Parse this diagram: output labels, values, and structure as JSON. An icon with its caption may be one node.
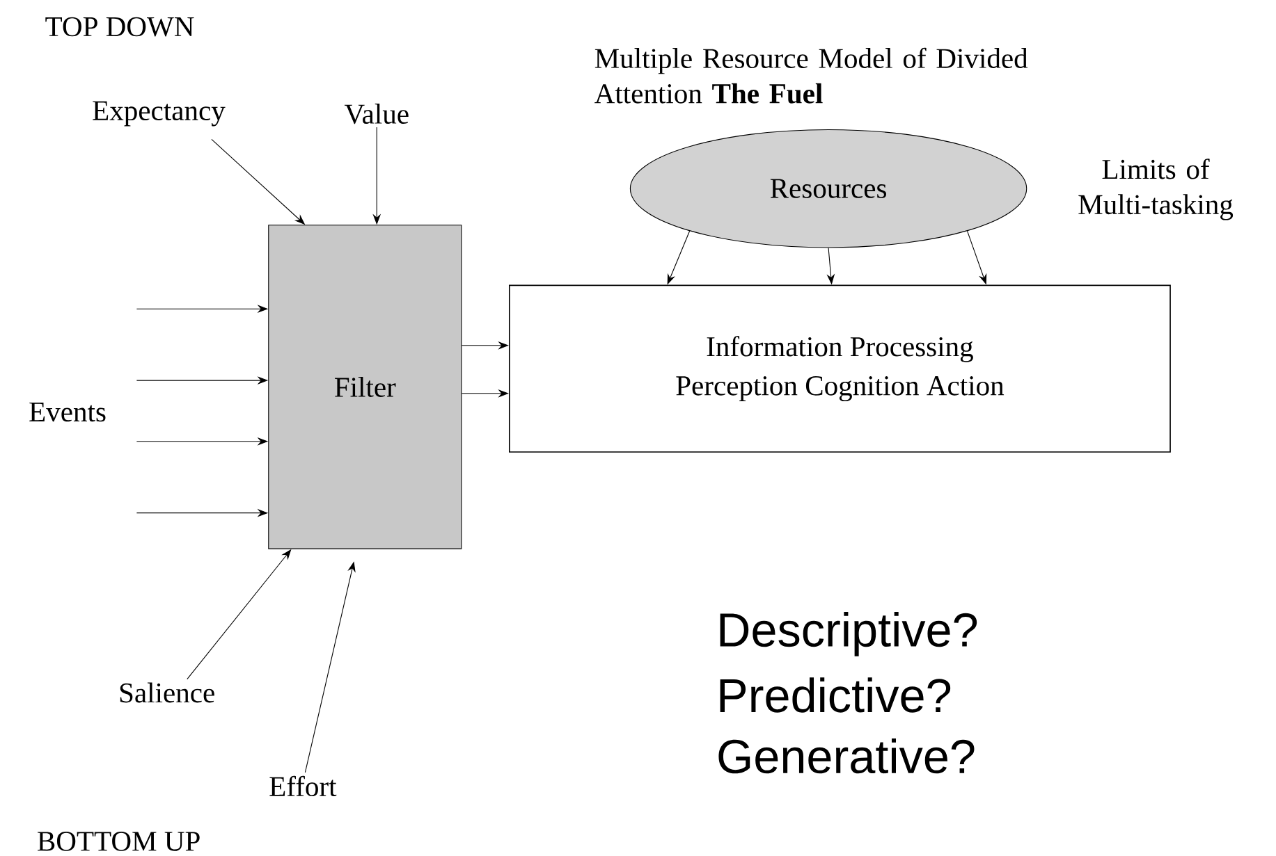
{
  "diagram": {
    "nodes": [
      {
        "text": [
          "Expectancy"
        ]
      },
      {
        "text": [
          "Value"
        ]
      },
      {
        "text": [
          "Filter"
        ]
      },
      {
        "text": [
          "Salience"
        ]
      },
      {
        "text": [
          "Effort"
        ]
      },
      {
        "text": [
          "Information Processing",
          "Perception Cognition Action"
        ]
      },
      {
        "text": [
          "Resources"
        ]
      }
    ],
    "edges": [
      {
        "from": 0,
        "to": 2,
        "arrow": "to"
      },
      {
        "from": 1,
        "to": 2,
        "arrow": "to"
      },
      {
        "from": null,
        "to": 2,
        "arrow": "to"
      },
      {
        "from": null,
        "to": 2,
        "arrow": "to"
      },
      {
        "from": null,
        "to": 2,
        "arrow": "to"
      },
      {
        "from": null,
        "to": 2,
        "arrow": "to"
      },
      {
        "from": 3,
        "to": 2,
        "arrow": "to"
      },
      {
        "from": 4,
        "to": 2,
        "arrow": "to"
      },
      {
        "from": 2,
        "to": 5,
        "arrow": "to"
      },
      {
        "from": 2,
        "to": 5,
        "arrow": "to"
      },
      {
        "from": 6,
        "to": 5,
        "arrow": "to"
      },
      {
        "from": 6,
        "to": 5,
        "arrow": "to"
      },
      {
        "from": 6,
        "to": 5,
        "arrow": "to"
      }
    ],
    "labels": [
      "TOP DOWN",
      "Multiple Resource Model of Divided Attention **The Fuel**",
      "Limits of Multi-tasking",
      "Events",
      "BOTTOM UP",
      "Descriptive?",
      "Predictive?",
      "Generative?"
    ]
  }
}
